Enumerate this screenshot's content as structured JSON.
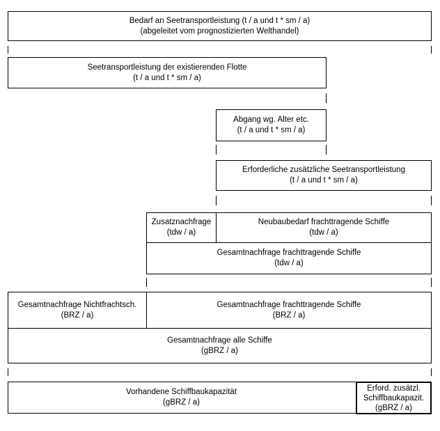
{
  "boxes": {
    "seetransport_bedarf": {
      "line1": "Bedarf an Seetransportleistung (t / a und t * sm / a)",
      "line2": "(abgeleitet vom prognostizierten Welthandel)"
    },
    "existierende_flotte": {
      "line1": "Seetransportleistung der existierenden Flotte",
      "line2": "(t / a und t * sm / a)"
    },
    "abgang": {
      "line1": "Abgang wg. Alter etc.",
      "line2": "(t / a und t * sm / a)"
    },
    "zusaetzliche_leistung": {
      "line1": "Erforderliche zusätzliche Seetransportleistung",
      "line2": "(t / a und t * sm / a)"
    },
    "zusatznachfrage": {
      "line1": "Zusatznachfrage",
      "line2": "(tdw / a)"
    },
    "neubaubedarf": {
      "line1": "Neubaubedarf frachttragende Schiffe",
      "line2": "(tdw / a)"
    },
    "gesamt_frachttragend_tdw": {
      "line1": "Gesamtnachfrage frachttragende Schiffe",
      "line2": "(tdw / a)"
    },
    "gesamt_nichtfracht": {
      "line1": "Gesamtnachfrage Nichtfrachtsch.",
      "line2": "(BRZ / a)"
    },
    "gesamt_frachttragend_brz": {
      "line1": "Gesamtnachfrage frachttragende Schiffe",
      "line2": "(BRZ / a)"
    },
    "gesamt_alle": {
      "line1": "Gesamtnachfrage alle Schiffe",
      "line2": "(gBRZ / a)"
    },
    "vorhandene_kapazitaet": {
      "line1": "Vorhandene Schiffbaukapazität",
      "line2": "(gBRZ / a)"
    },
    "erford_kapazitaet": {
      "line1": "Erford. zusätzl.",
      "line2": "Schiffbaukapazit.",
      "line3": "(gBRZ / a)"
    }
  }
}
